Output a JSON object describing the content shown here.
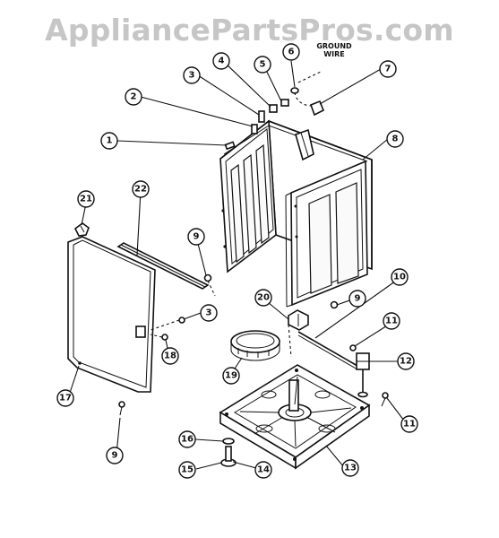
{
  "watermark": "AppliancePartsPros.com",
  "ground_wire_label": [
    "GROUND",
    "WIRE"
  ],
  "callouts": [
    "1",
    "2",
    "3",
    "4",
    "5",
    "6",
    "7",
    "8",
    "9",
    "10",
    "11",
    "12",
    "13",
    "14",
    "15",
    "16",
    "17",
    "18",
    "19",
    "20",
    "21",
    "22"
  ]
}
